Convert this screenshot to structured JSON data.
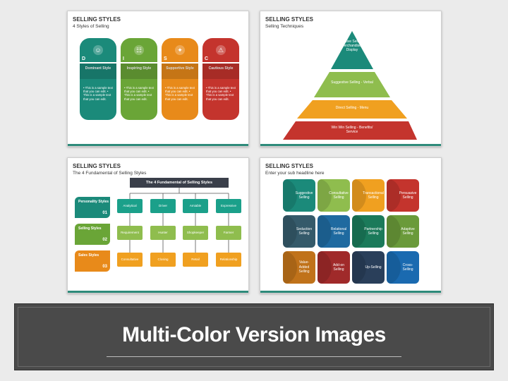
{
  "slide1": {
    "title": "SELLING STYLES",
    "subtitle": "4 Styles of Selling",
    "columns": [
      {
        "letter": "D",
        "label": "Dominant Style",
        "icon": "person-icon",
        "color": "#1b8a7a",
        "body": "• This is a sample text that you can edit. • This is a sample text that you can edit."
      },
      {
        "letter": "I",
        "label": "Inspiring Style",
        "icon": "group-icon",
        "color": "#6aa537",
        "body": "• This is a sample text that you can edit. • This is a sample text that you can edit."
      },
      {
        "letter": "S",
        "label": "Supportive Style",
        "icon": "handshake-icon",
        "color": "#e88a1a",
        "body": "• This is a sample text that you can edit. • This is a sample text that you can edit."
      },
      {
        "letter": "C",
        "label": "Cautious Style",
        "icon": "warning-person-icon",
        "color": "#c4342d",
        "body": "• This is a sample text that you can edit. • This is a sample text that you can edit."
      }
    ]
  },
  "slide2": {
    "title": "SELLING STYLES",
    "subtitle": "Selling Techniques",
    "tiers": [
      {
        "label": "Passive Selling - Merchandise / Display",
        "color": "#1b8a7a"
      },
      {
        "label": "Suggestive Selling - Verbal",
        "color": "#8fbd4e"
      },
      {
        "label": "Direct Selling - Menu",
        "color": "#f0a020"
      },
      {
        "label": "Win Win Selling - Benefits/ Service",
        "color": "#c4342d"
      }
    ]
  },
  "slide3": {
    "title": "SELLING STYLES",
    "subtitle": "The 4 Fundamental of Selling Styles",
    "header": "The 4 Fundamental of Selling Styles",
    "flags": [
      {
        "label": "Personality Styles",
        "num": "01",
        "color": "#1b8a7a"
      },
      {
        "label": "Selling Styles",
        "num": "02",
        "color": "#6aa537"
      },
      {
        "label": "Sales Styles",
        "num": "03",
        "color": "#e88a1a"
      }
    ],
    "rows": [
      [
        "Analytical",
        "Driver",
        "Amiable",
        "Expressive"
      ],
      [
        "Requirement",
        "Hunter",
        "Shopkeeper",
        "Farmer"
      ],
      [
        "Consultative",
        "Closing",
        "Retail",
        "Relationship"
      ]
    ],
    "row_colors": [
      "#1ba08a",
      "#8fbd4e",
      "#f0a020"
    ]
  },
  "slide4": {
    "title": "SELLING STYLES",
    "subtitle": "Enter your sub headline here",
    "tiles": [
      {
        "label": "Suggestive Selling",
        "color": "#1b8a7a"
      },
      {
        "label": "Consultative Selling",
        "color": "#8fbd4e"
      },
      {
        "label": "Transactional Selling",
        "color": "#f0a020"
      },
      {
        "label": "Persuasive Selling",
        "color": "#c4342d"
      },
      {
        "label": "Seduction Selling",
        "color": "#355a6a"
      },
      {
        "label": "Relational Selling",
        "color": "#1f6aa0"
      },
      {
        "label": "Partnership Selling",
        "color": "#1b7a5a"
      },
      {
        "label": "Adaptive Selling",
        "color": "#6a9a3a"
      },
      {
        "label": "Value- Added Selling",
        "color": "#c0721a"
      },
      {
        "label": "Add-on Selling",
        "color": "#a02a2a"
      },
      {
        "label": "Up-Selling",
        "color": "#2a3f5a"
      },
      {
        "label": "Cross-Selling",
        "color": "#1a6ab0"
      }
    ]
  },
  "banner": {
    "title": "Multi-Color Version Images"
  }
}
